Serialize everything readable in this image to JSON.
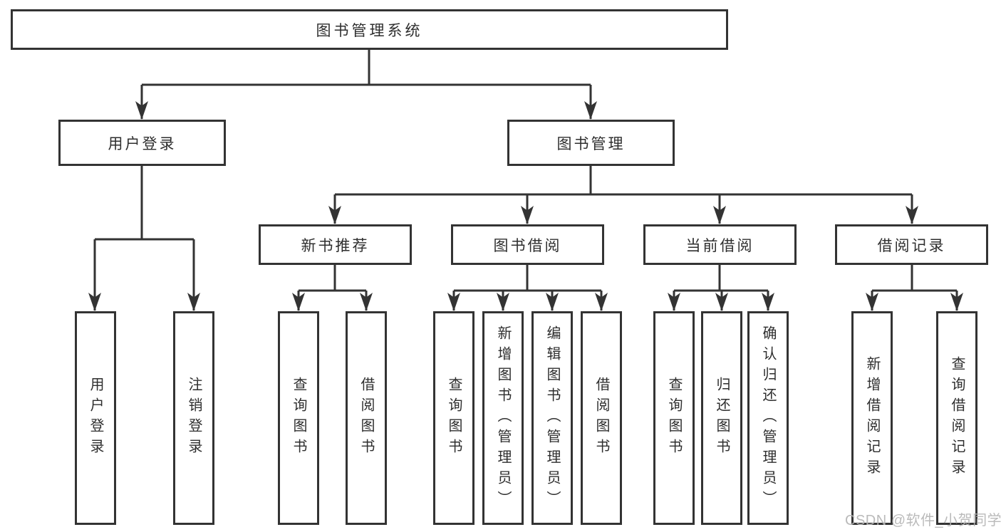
{
  "colors": {
    "line": "#333333",
    "text": "#2e2e2e",
    "node_bg": "#ffffff",
    "page_bg": "#ffffff",
    "watermark": "#b5b5b5"
  },
  "watermark": {
    "text": "CSDN @软件_小贺同学"
  },
  "tree": {
    "root": {
      "label": "图书管理系统",
      "children": [
        {
          "label": "用户登录",
          "children": [
            {
              "label": "用户登录"
            },
            {
              "label": "注销登录"
            }
          ]
        },
        {
          "label": "图书管理",
          "children": [
            {
              "label": "新书推荐",
              "children": [
                {
                  "label": "查询图书"
                },
                {
                  "label": "借阅图书"
                }
              ]
            },
            {
              "label": "图书借阅",
              "children": [
                {
                  "label": "查询图书"
                },
                {
                  "label": "新增图书（管理员）"
                },
                {
                  "label": "编辑图书（管理员）"
                },
                {
                  "label": "借阅图书"
                }
              ]
            },
            {
              "label": "当前借阅",
              "children": [
                {
                  "label": "查询图书"
                },
                {
                  "label": "归还图书"
                },
                {
                  "label": "确认归还（管理员）"
                }
              ]
            },
            {
              "label": "借阅记录",
              "children": [
                {
                  "label": "新增借阅记录"
                },
                {
                  "label": "查询借阅记录"
                }
              ]
            }
          ]
        }
      ]
    }
  }
}
